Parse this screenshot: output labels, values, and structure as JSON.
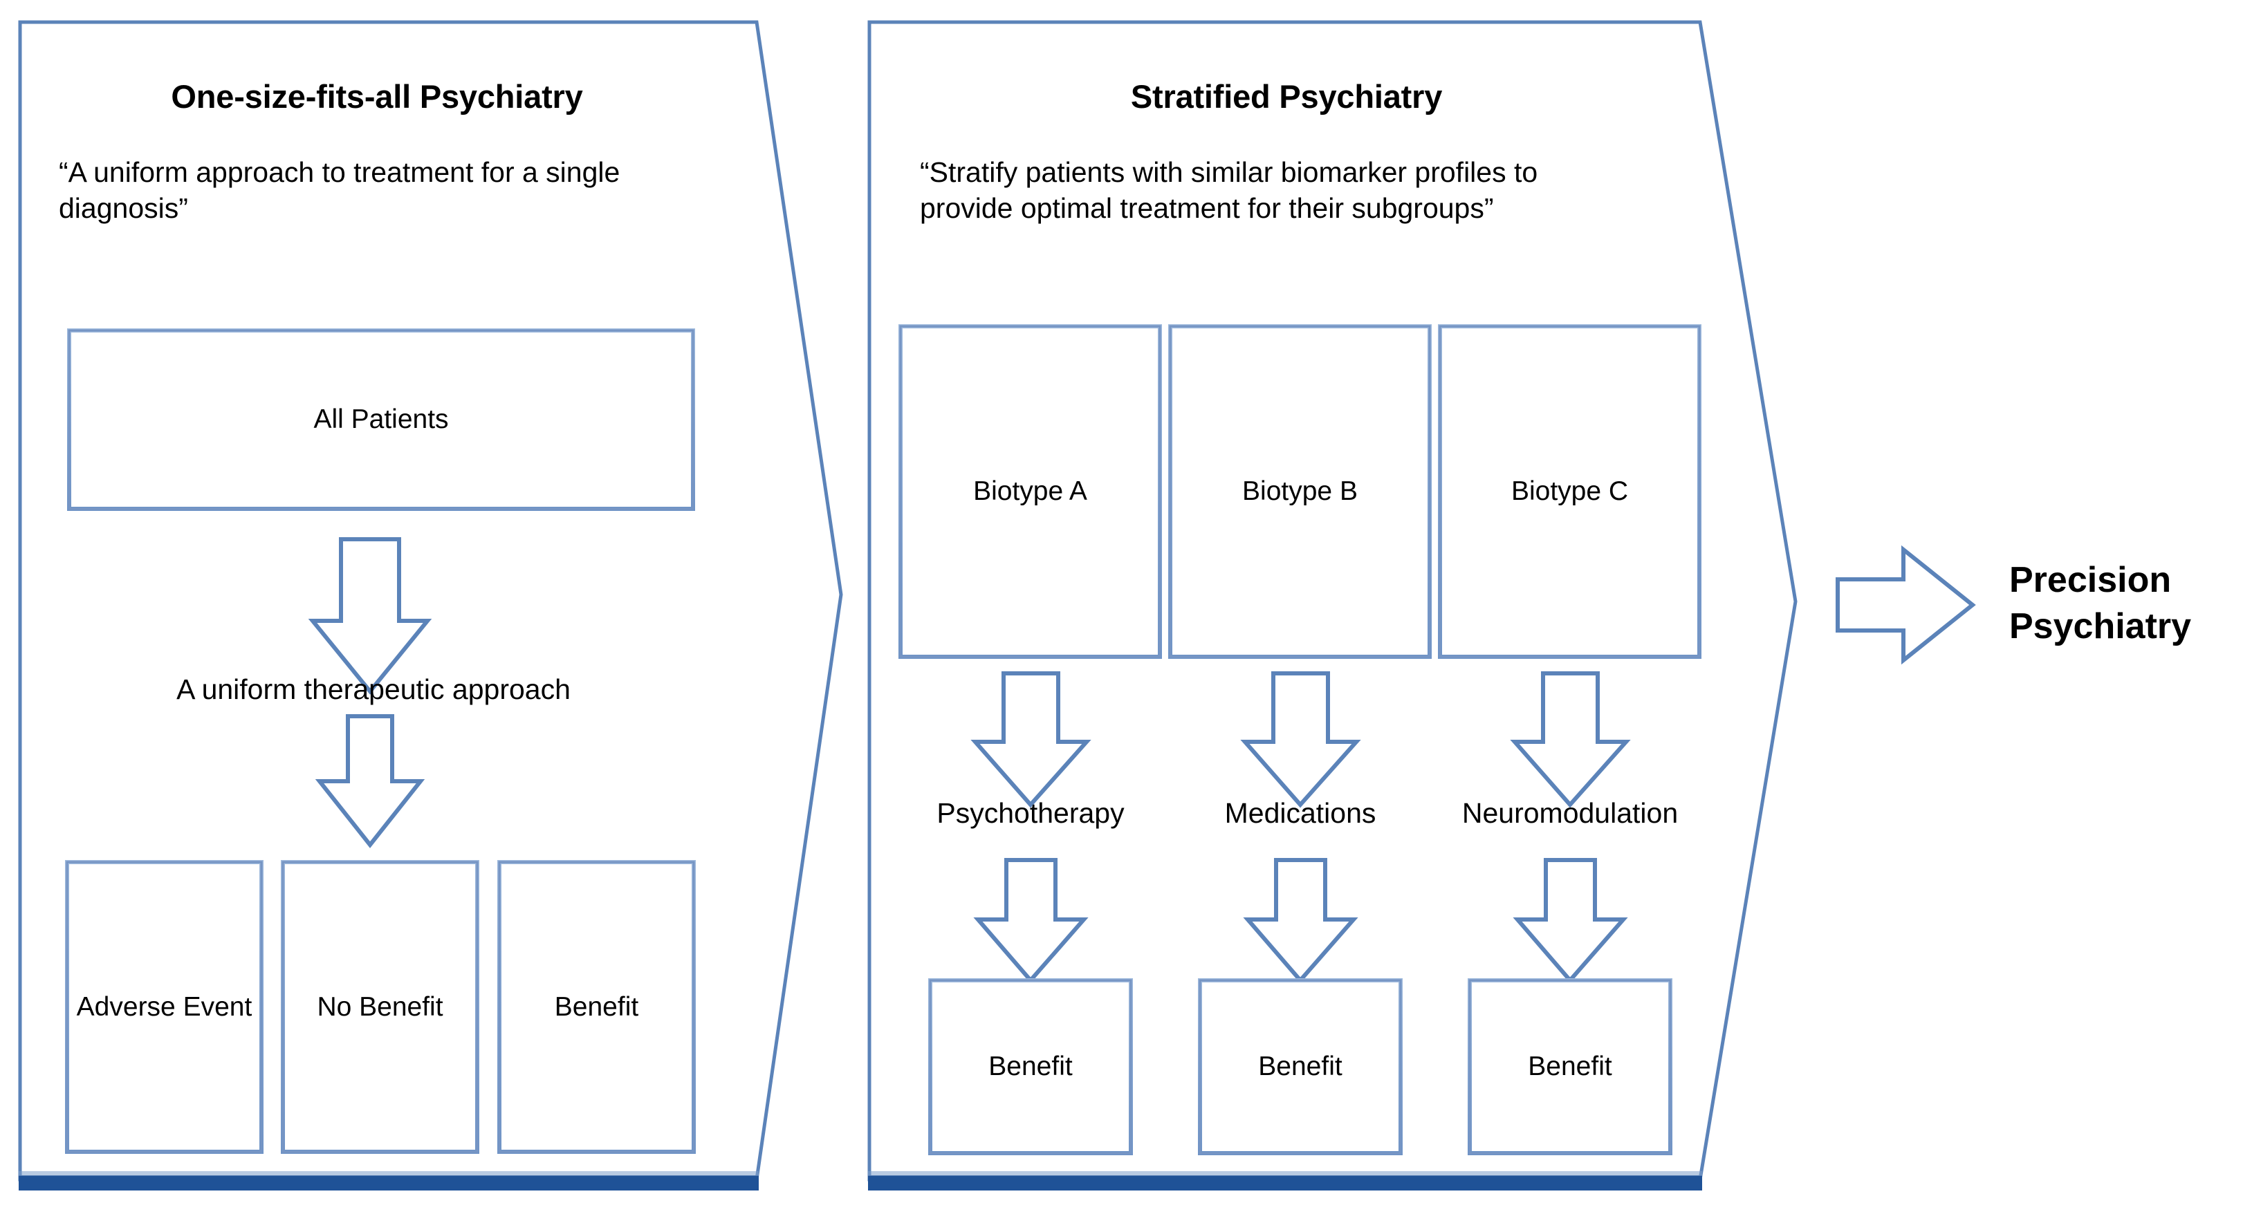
{
  "diagram": {
    "title_hidden": "",
    "panels": [
      {
        "id": "one-size-fits-all",
        "title": "One-size-fits-all Psychiatry",
        "subtitle": "“A uniform approach to treatment for a single diagnosis”",
        "top_box": "All Patients",
        "middle_label": "A uniform therapeutic approach",
        "outcomes": [
          "Adverse Event",
          "No Benefit",
          "Benefit"
        ]
      },
      {
        "id": "stratified",
        "title": "Stratified Psychiatry",
        "subtitle": "“Stratify patients with similar biomarker profiles to provide optimal treatment for their subgroups”",
        "biotypes": [
          "Biotype A",
          "Biotype B",
          "Biotype C"
        ],
        "treatments": [
          "Psychotherapy",
          "Medications",
          "Neuromodulation"
        ],
        "outcomes": [
          "Benefit",
          "Benefit",
          "Benefit"
        ]
      }
    ],
    "result": {
      "arrow_icon": "right-arrow-icon",
      "label_line1": "Precision",
      "label_line2": "Psychiatry"
    },
    "icons": {
      "down_arrow": "down-arrow-icon",
      "right_arrow": "right-arrow-icon"
    },
    "colors": {
      "border_blue": "#5B83B9",
      "bottom_bar_blue": "#1F5297",
      "box_border": "#6E93C6",
      "text": "#000000",
      "background": "#FFFFFF"
    }
  }
}
